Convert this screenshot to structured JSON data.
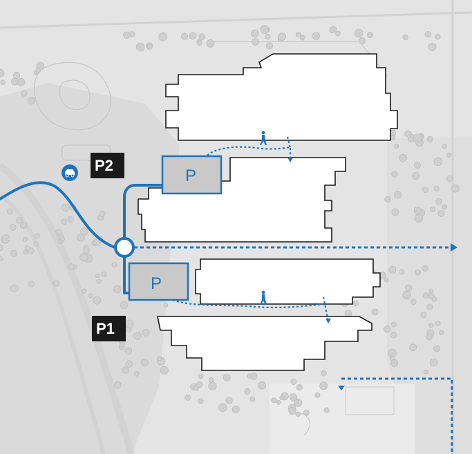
{
  "parking_lots": [
    {
      "id": "p2",
      "label": "P2",
      "symbol": "P"
    },
    {
      "id": "p1",
      "label": "P1",
      "symbol": "P"
    }
  ],
  "icons": {
    "car": "car-icon",
    "pedestrian": "pedestrian-icon",
    "roundabout": "roundabout-icon"
  },
  "colors": {
    "route": "#1f73bd",
    "parking_fill": "#c9c9c9",
    "label_bg": "#1c1b1b",
    "building_fill": "#ffffff",
    "background": "#e6e6e6"
  }
}
